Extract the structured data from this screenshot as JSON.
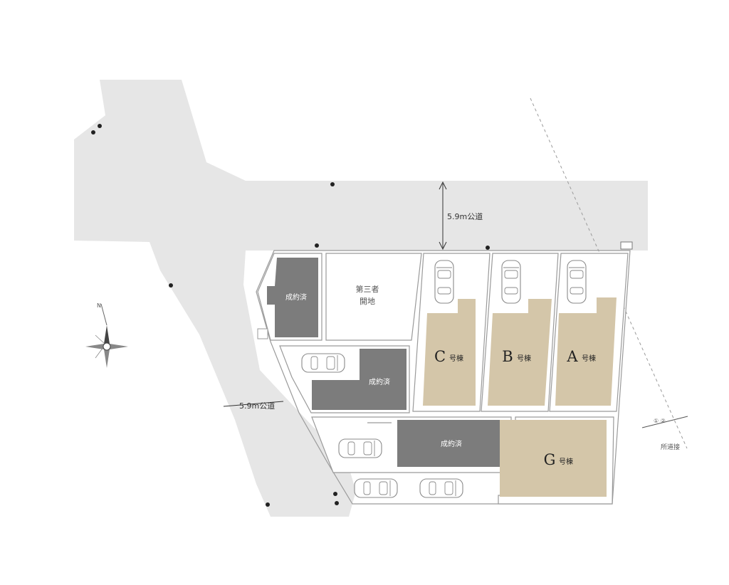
{
  "roads": {
    "north": {
      "label": "5.9m公道"
    },
    "west": {
      "label": "5.9m公道"
    }
  },
  "lots": {
    "sold_label": "成約済",
    "third_party": {
      "line1": "第三者",
      "line2": "開地"
    }
  },
  "units": {
    "suffix": "号棟",
    "a": {
      "letter": "A"
    },
    "b": {
      "letter": "B"
    },
    "c": {
      "letter": "C"
    },
    "g": {
      "letter": "G"
    }
  },
  "boundary_marker": {
    "label": "① ②",
    "caption": "所道接"
  },
  "compass": {
    "north": "N"
  },
  "colors": {
    "road": "#e6e6e6",
    "sold": "#7c7c7c",
    "unit": "#d4c6a9"
  }
}
